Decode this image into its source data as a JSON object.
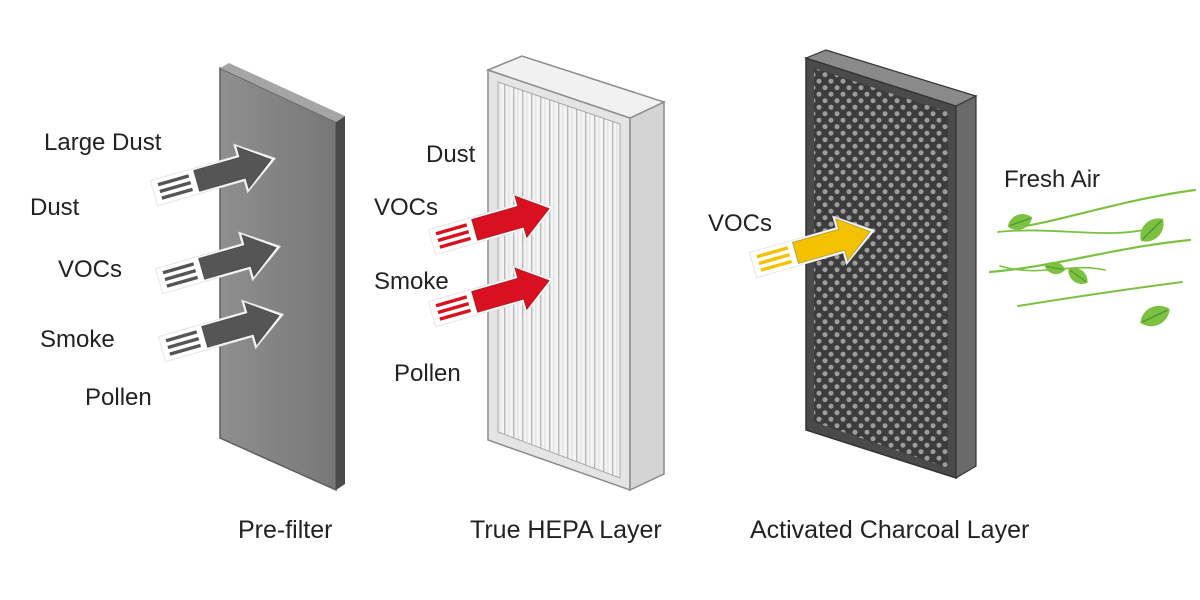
{
  "stages": [
    {
      "caption": "Pre-filter",
      "panel": "flat-gray-panel",
      "pollutants": [
        "Large Dust",
        "Dust",
        "VOCs",
        "Smoke",
        "Pollen"
      ],
      "arrow_color": "#555555",
      "arrows": 3
    },
    {
      "caption": "True HEPA Layer",
      "panel": "pleated-white-panel",
      "pollutants": [
        "Dust",
        "VOCs",
        "Smoke",
        "Pollen"
      ],
      "arrow_color": "#d8101f",
      "arrows": 2
    },
    {
      "caption": "Activated Charcoal Layer",
      "panel": "honeycomb-charcoal-panel",
      "pollutants": [
        "VOCs"
      ],
      "arrow_color": "#f2c200",
      "arrows": 1
    }
  ],
  "output": {
    "label": "Fresh Air",
    "stream_color": "#6cc04a",
    "icons": [
      "leaf-icon"
    ]
  }
}
